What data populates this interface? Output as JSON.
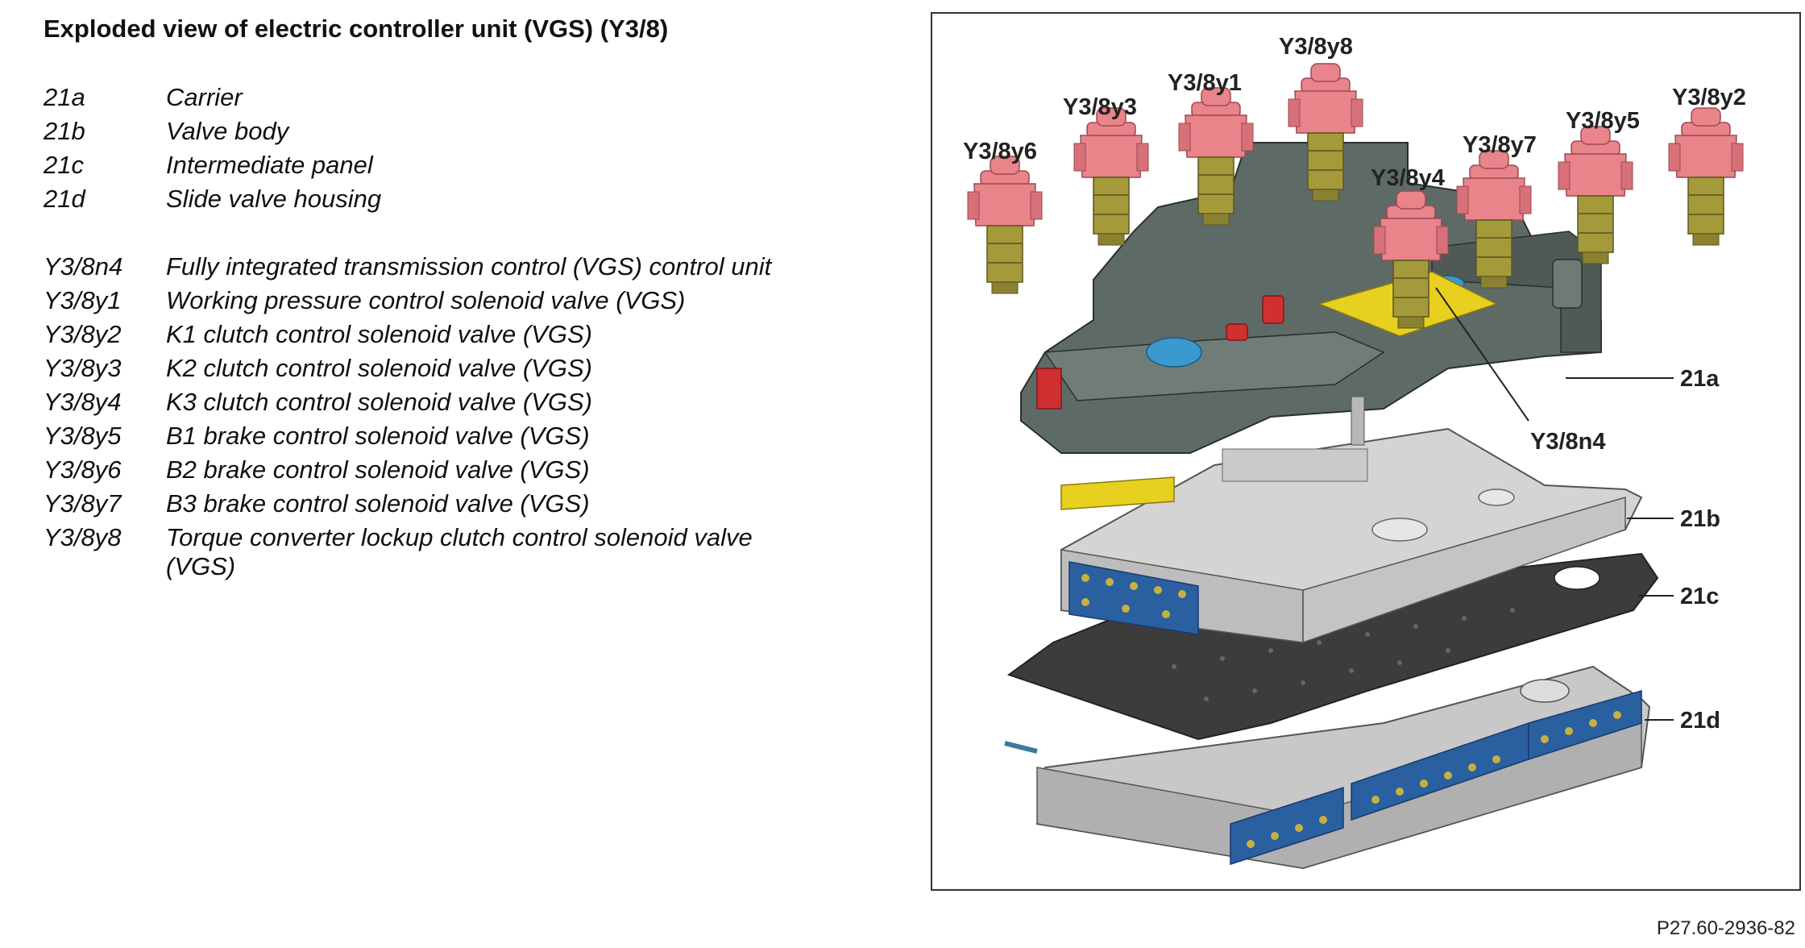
{
  "title": "Exploded view of electric controller unit (VGS) (Y3/8)",
  "legend": [
    {
      "code": "21a",
      "desc": "Carrier"
    },
    {
      "code": "21b",
      "desc": "Valve body"
    },
    {
      "code": "21c",
      "desc": "Intermediate panel"
    },
    {
      "code": "21d",
      "desc": "Slide valve housing"
    },
    {
      "code": "Y3/8n4",
      "desc": "Fully integrated transmission control (VGS) control unit"
    },
    {
      "code": "Y3/8y1",
      "desc": "Working pressure control solenoid valve (VGS)"
    },
    {
      "code": "Y3/8y2",
      "desc": "K1 clutch control solenoid valve (VGS)"
    },
    {
      "code": "Y3/8y3",
      "desc": "K2 clutch control solenoid valve (VGS)"
    },
    {
      "code": "Y3/8y4",
      "desc": "K3 clutch control solenoid valve (VGS)"
    },
    {
      "code": "Y3/8y5",
      "desc": "B1 brake control solenoid valve (VGS)"
    },
    {
      "code": "Y3/8y6",
      "desc": "B2 brake control solenoid valve (VGS)"
    },
    {
      "code": "Y3/8y7",
      "desc": "B3 brake control solenoid valve (VGS)"
    },
    {
      "code": "Y3/8y8",
      "desc": "Torque converter lockup clutch control solenoid valve"
    },
    {
      "code": "",
      "desc": "(VGS)"
    }
  ],
  "diagram_labels": {
    "y6": "Y3/8y6",
    "y3": "Y3/8y3",
    "y1": "Y3/8y1",
    "y8": "Y3/8y8",
    "y4": "Y3/8y4",
    "y7": "Y3/8y7",
    "y5": "Y3/8y5",
    "y2": "Y3/8y2",
    "n4": "Y3/8n4",
    "a21a": "21a",
    "a21b": "21b",
    "a21c": "21c",
    "a21d": "21d"
  },
  "colors": {
    "solenoid_cap": "#e8848a",
    "solenoid_body": "#a49a3a",
    "carrier": "#5e6a66",
    "valve_body": "#cfcfcf",
    "plate": "#3c3c3c",
    "blue_plate": "#2a5fa0",
    "yellow_part": "#e8d020",
    "red_part": "#d03030"
  },
  "reference": "P27.60-2936-82"
}
